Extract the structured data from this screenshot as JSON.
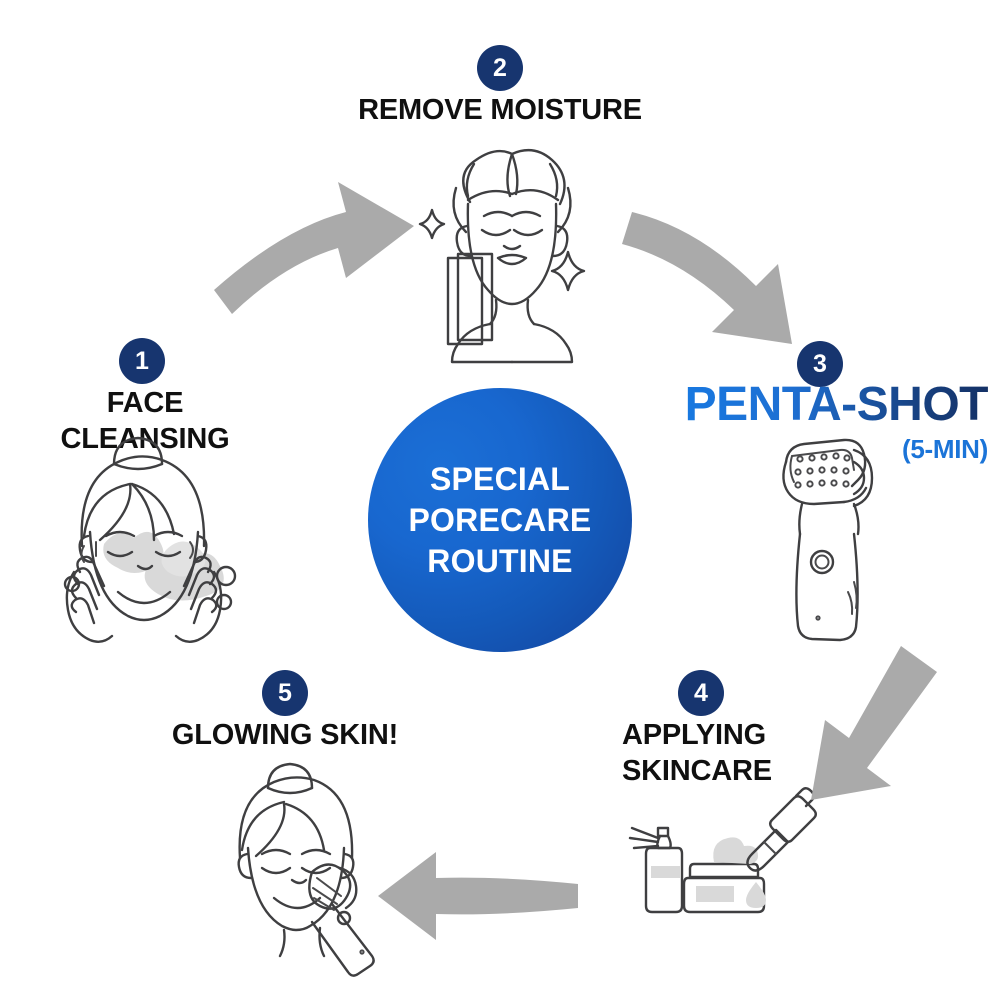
{
  "infographic": {
    "center": {
      "text": "SPECIAL\nPORECARE\nROUTINE"
    },
    "colors": {
      "badge_navy": "#17356f",
      "center_blue_light": "#1b6fd6",
      "center_blue_dark": "#14429c",
      "brand_blue": "#1878e0",
      "brand_navy": "#143166",
      "arrow_gray": "#aaaaaa",
      "line_art": "#3f3f41",
      "label_black": "#101010"
    },
    "steps": [
      {
        "number": "1",
        "label": "FACE CLEANSING",
        "icon": "woman-washing-face-icon"
      },
      {
        "number": "2",
        "label": "REMOVE MOISTURE",
        "icon": "woman-hair-towel-icon"
      },
      {
        "number": "3",
        "label": "PENTA-SHOT",
        "sublabel": "(5-MIN)",
        "icon": "microneedling-device-icon"
      },
      {
        "number": "4",
        "label": "APPLYING\nSKINCARE",
        "icon": "skincare-products-icon"
      },
      {
        "number": "5",
        "label": "GLOWING SKIN!",
        "icon": "woman-using-device-icon"
      }
    ],
    "arrows": [
      {
        "name": "arrow-step1-to-step2",
        "direction": "up-right"
      },
      {
        "name": "arrow-step2-to-step3",
        "direction": "down-right"
      },
      {
        "name": "arrow-step3-to-step4",
        "direction": "down-left-diagonal"
      },
      {
        "name": "arrow-step4-to-step5",
        "direction": "left"
      }
    ]
  }
}
